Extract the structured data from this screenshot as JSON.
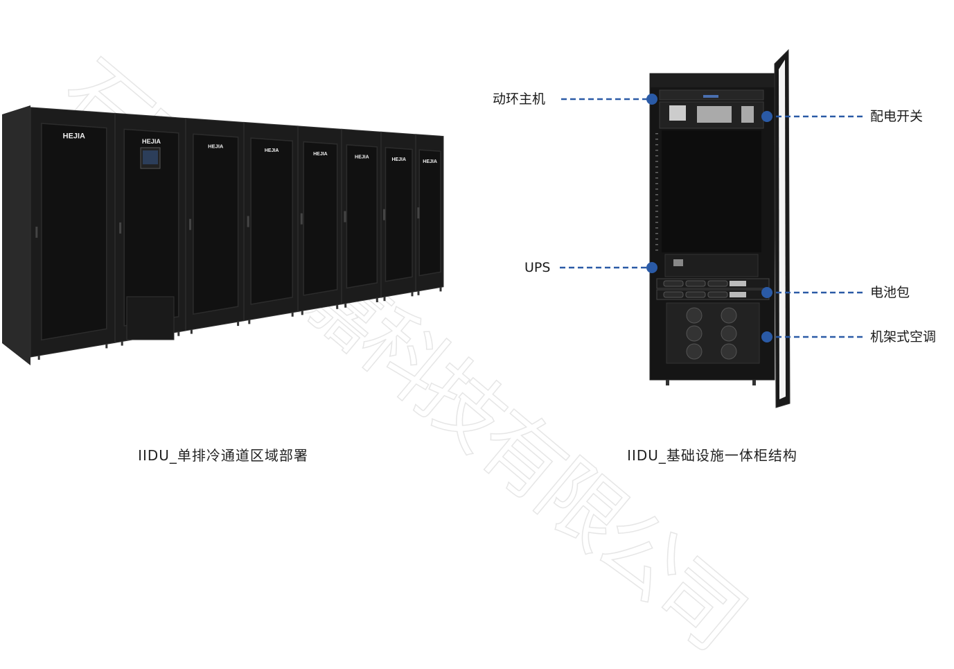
{
  "watermark": "石家庄和嘉科技有限公司",
  "brand_logo": "HEJIA",
  "left_figure": {
    "caption": "IIDU_单排冷通道区域部署",
    "cabinet_count": 8
  },
  "right_figure": {
    "caption": "IIDU_基础设施一体柜结构",
    "callouts": [
      {
        "id": "env-host",
        "label": "动环主机",
        "side": "left"
      },
      {
        "id": "power-switch",
        "label": "配电开关",
        "side": "right"
      },
      {
        "id": "ups",
        "label": "UPS",
        "side": "left"
      },
      {
        "id": "battery-pack",
        "label": "电池包",
        "side": "right"
      },
      {
        "id": "rack-ac",
        "label": "机架式空调",
        "side": "right"
      }
    ]
  },
  "colors": {
    "callout": "#2a5aa6",
    "cabinet": "#1c1c1c",
    "door": "#111111"
  }
}
